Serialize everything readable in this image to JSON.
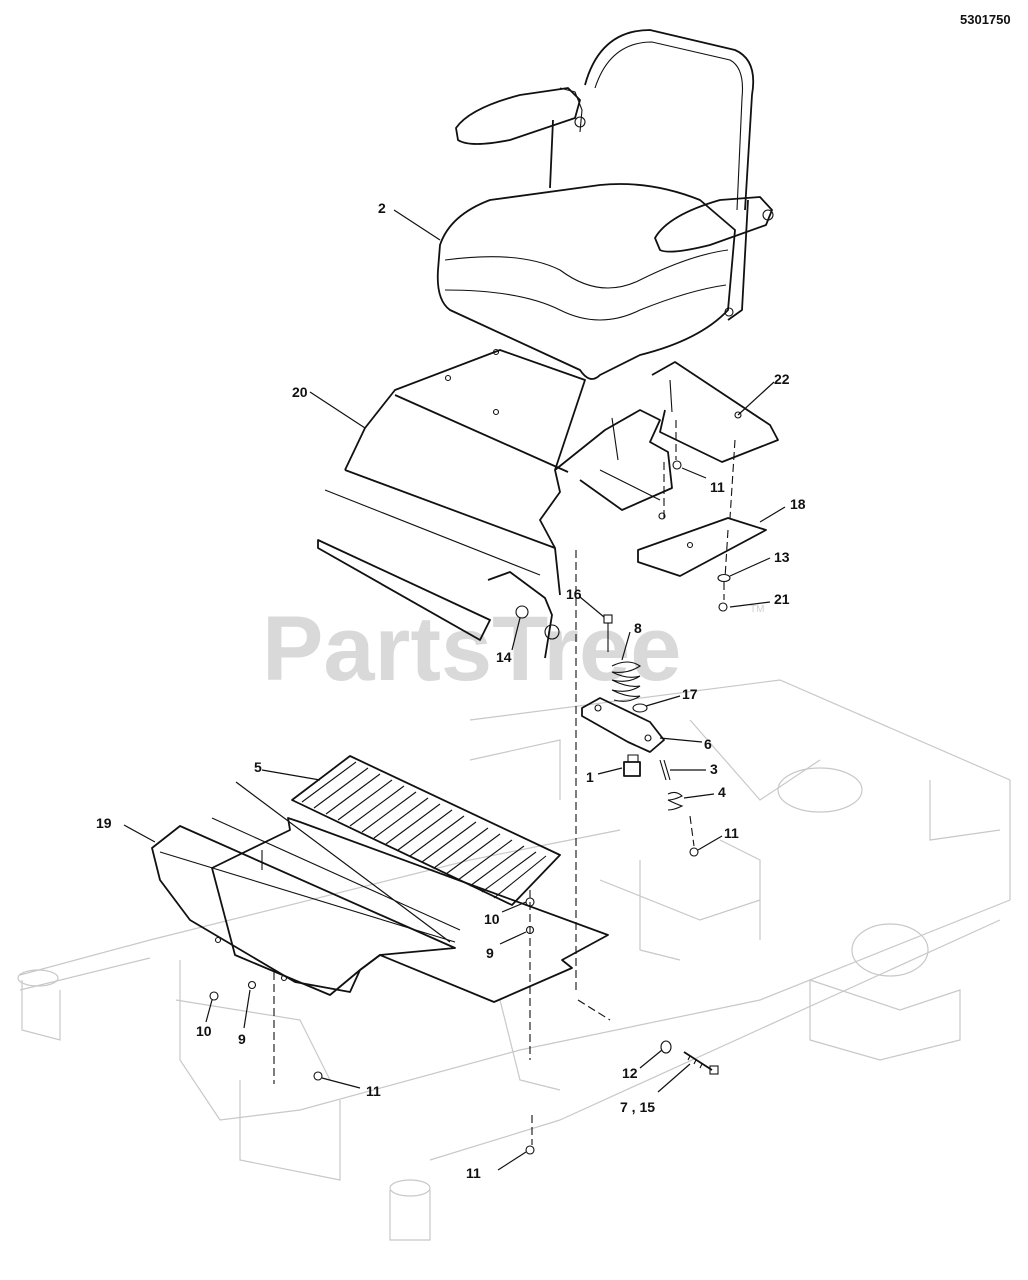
{
  "document_number": "5301750",
  "watermark": {
    "text": "PartsTree",
    "trademark": "TM"
  },
  "callouts": {
    "seat": "2",
    "seat_pan": "20",
    "bracket_22": "22",
    "nut_11_upper": "11",
    "plate_18": "18",
    "washer_13": "13",
    "nut_21": "21",
    "bolt_16": "16",
    "spring_8": "8",
    "bushing_14": "14",
    "washer_17": "17",
    "bracket_6": "6",
    "switch_1": "1",
    "stud_3": "3",
    "spring_4": "4",
    "nut_11_mid": "11",
    "footrest_5": "5",
    "panel_19": "19",
    "bolt_10_right": "10",
    "washer_9_right": "9",
    "bolt_10_left": "10",
    "washer_9_left": "9",
    "nut_11_lower": "11",
    "washer_12": "12",
    "bolts_7_15": "7 , 15",
    "nut_11_bottom": "11"
  }
}
